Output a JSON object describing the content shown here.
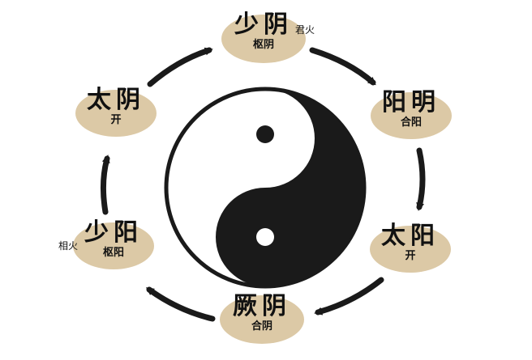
{
  "colors": {
    "ellipse": "#dcc9a6",
    "ink": "#1a1a1a"
  },
  "nodes": {
    "shaoyin": {
      "name": "少阴",
      "role": "枢阴",
      "note": "君火"
    },
    "yangming": {
      "name": "阳明",
      "role": "合阳"
    },
    "taiyang_right": {
      "name": "太阳",
      "role": "开"
    },
    "jueyin": {
      "name": "厥阴",
      "role": "合阴"
    },
    "shaoyang": {
      "name": "少阳",
      "role": "枢阳",
      "note": "相火"
    },
    "taiyin": {
      "name": "太阴",
      "role": "开"
    }
  }
}
